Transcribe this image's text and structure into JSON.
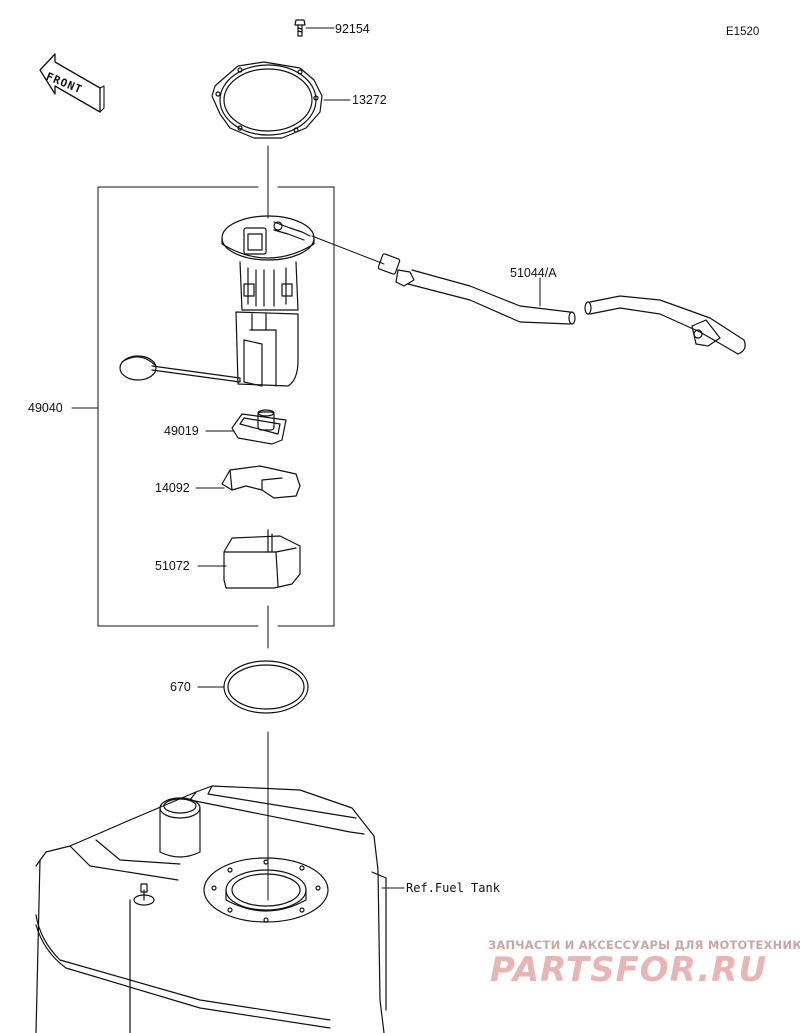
{
  "diagram_code": "E1520",
  "front_label": "FRONT",
  "parts": {
    "p92154": "92154",
    "p13272": "13272",
    "p51044A": "51044/A",
    "p49040": "49040",
    "p49019": "49019",
    "p14092": "14092",
    "p51072": "51072",
    "p670": "670",
    "ref_fuel_tank": "Ref.Fuel Tank"
  },
  "watermark": {
    "line1": "ЗАПЧАСТИ И АКСЕССУАРЫ ДЛЯ МОТОТЕХНИКИ",
    "line2": "PARTSFOR.RU"
  }
}
